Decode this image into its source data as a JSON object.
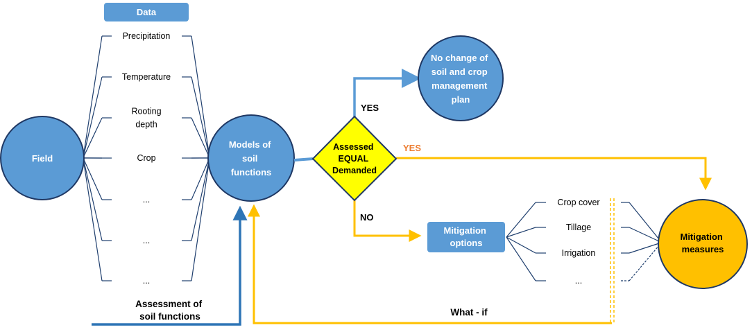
{
  "data_box": {
    "label": "Data"
  },
  "data_items": [
    {
      "lines": [
        "Precipitation"
      ]
    },
    {
      "lines": [
        "Temperature"
      ]
    },
    {
      "lines": [
        "Rooting",
        "depth"
      ]
    },
    {
      "lines": [
        "Crop"
      ]
    },
    {
      "lines": [
        "..."
      ]
    },
    {
      "lines": [
        "..."
      ]
    },
    {
      "lines": [
        "..."
      ]
    }
  ],
  "field": {
    "label": "Field"
  },
  "models": {
    "lines": [
      "Models of",
      "soil",
      "functions"
    ]
  },
  "decision": {
    "lines": [
      "Assessed",
      "EQUAL",
      "Demanded"
    ]
  },
  "no_change": {
    "lines": [
      "No change of",
      "soil and crop",
      "management",
      "plan"
    ]
  },
  "branch_labels": {
    "yes_top": "YES",
    "yes_right": "YES",
    "no": "NO"
  },
  "mitigation_options": {
    "lines": [
      "Mitigation",
      "options"
    ]
  },
  "mitigation_items": [
    "Crop cover",
    "Tillage",
    "Irrigation",
    "..."
  ],
  "mitigation_measures": {
    "lines": [
      "Mitigation",
      "measures"
    ]
  },
  "assessment": {
    "lines": [
      "Assessment of",
      "soil functions"
    ]
  },
  "what_if": {
    "label": "What - if"
  },
  "colors": {
    "blue_node": "#5b9bd5",
    "node_outline": "#1f3864",
    "decision_fill": "#ffff00",
    "gold": "#ffc000",
    "yes_orange": "#ed7d31"
  }
}
